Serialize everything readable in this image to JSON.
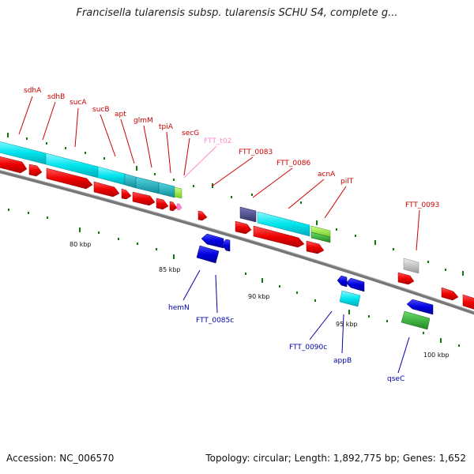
{
  "title": "Francisella tularensis subsp. tularensis SCHU S4, complete g...",
  "footer": {
    "accession": "Accession: NC_006570",
    "summary": "Topology: circular; Length: 1,892,775 bp; Genes: 1,652"
  },
  "scale_labels": [
    "80 kbp",
    "85 kbp",
    "90 kbp",
    "95 kbp",
    "100 kbp"
  ],
  "gene_labels": {
    "forward": [
      "sdhA",
      "sdhB",
      "sucA",
      "sucB",
      "apt",
      "glmM",
      "tpiA",
      "secG",
      "FTT_t02",
      "FTT_0083",
      "FTT_0086",
      "acnA",
      "pilT",
      "FTT_0093"
    ],
    "reverse": [
      "hemN",
      "FTT_0085c",
      "FTT_0090c",
      "appB",
      "qseC"
    ]
  },
  "colors": {
    "forward_label": "#cc0000",
    "reverse_label": "#0000aa",
    "trna_label": "#ff88cc",
    "cds_red": "#ee0000",
    "cds_blue": "#0000dd",
    "cyan": "#00e5ee",
    "teal": "#17b8c8",
    "lime": "#99ee33",
    "green": "#33bb33",
    "navy": "#444488",
    "grey": "#bbbbbb",
    "backbone": "#777777",
    "tick": "#117711"
  }
}
